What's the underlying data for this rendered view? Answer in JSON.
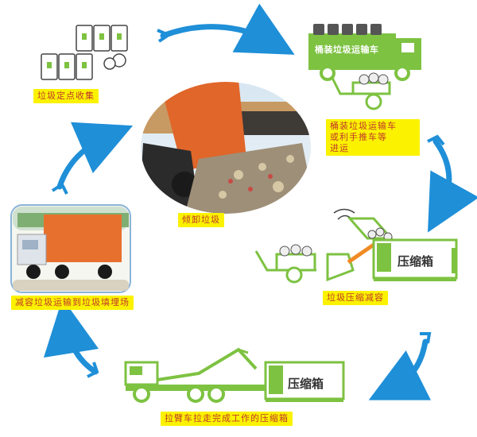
{
  "labels": {
    "fixed_collection": "垃圾定点收集",
    "bucket_transport": "桶装垃圾运输车\n或利手推车等\n进运",
    "dump_garbage": "倾卸垃圾",
    "compress": "垃圾压缩减容",
    "hook_arm": "拉臂车拉走完成工作的压缩箱",
    "reduce_transport": "减容垃圾运输到垃圾填埋场"
  },
  "truck_texts": {
    "bucket_truck": "桶装垃圾运输车",
    "compress_box_1": "压缩箱",
    "compress_box_2": "压缩箱"
  },
  "colors": {
    "label_bg": "#fbf200",
    "label_text": "#c0392b",
    "arrow_blue": "#1f8fd8",
    "truck_green": "#7dc241",
    "compactor_orange": "#f08a24"
  }
}
